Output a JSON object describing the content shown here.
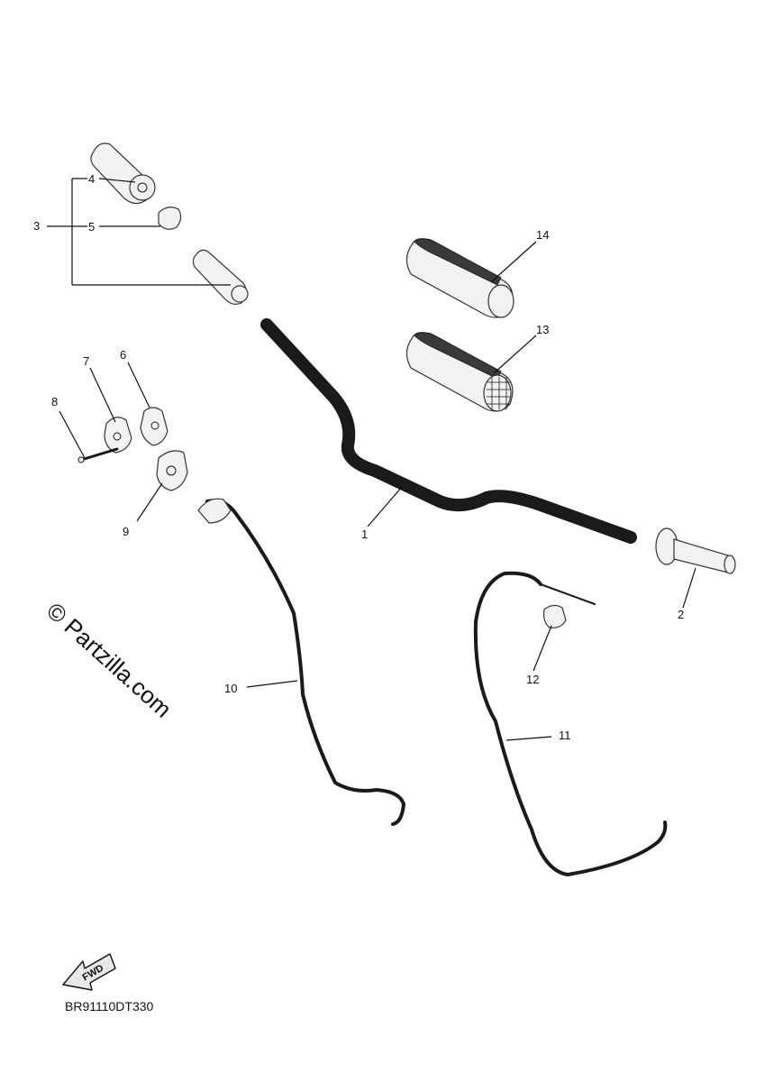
{
  "watermark": "© Partzilla.com",
  "diagram_code": "BR91110DT330",
  "fwd_label": "FWD",
  "callouts": [
    {
      "number": "1"
    },
    {
      "number": "2"
    },
    {
      "number": "3"
    },
    {
      "number": "4"
    },
    {
      "number": "5"
    },
    {
      "number": "6"
    },
    {
      "number": "7"
    },
    {
      "number": "8"
    },
    {
      "number": "9"
    },
    {
      "number": "10"
    },
    {
      "number": "11"
    },
    {
      "number": "12"
    },
    {
      "number": "13"
    },
    {
      "number": "14"
    }
  ],
  "icons": [
    "fwd-arrow-icon"
  ]
}
